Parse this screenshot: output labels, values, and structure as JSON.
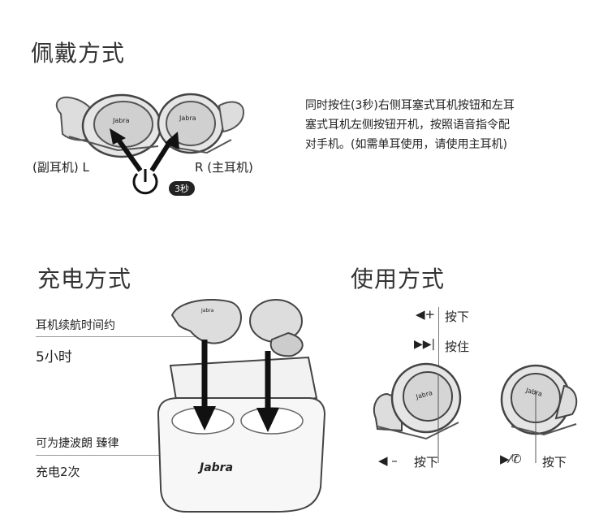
{
  "wearing": {
    "title": "佩戴方式",
    "description_lines": [
      "同时按住(3秒)右侧耳塞式耳机按钮和左耳",
      "塞式耳机左侧按钮开机，按照语音指令配",
      "对手机。(如需单耳使用，请使用主耳机)"
    ],
    "left_label": "(副耳机) L",
    "right_label": "R (主耳机)",
    "hold_badge": "3秒",
    "brand": "Jabra"
  },
  "charging": {
    "title": "充电方式",
    "battery_line1": "耳机续航时间约",
    "battery_line2": "5小时",
    "case_line1": "可为捷波朗 臻律",
    "case_line2": "充电2次",
    "brand": "Jabra"
  },
  "usage": {
    "title": "使用方式",
    "vol_up_action": "按下",
    "next_action": "按住",
    "vol_down_action": "按下",
    "call_action": "按下",
    "brand": "Jabra"
  }
}
